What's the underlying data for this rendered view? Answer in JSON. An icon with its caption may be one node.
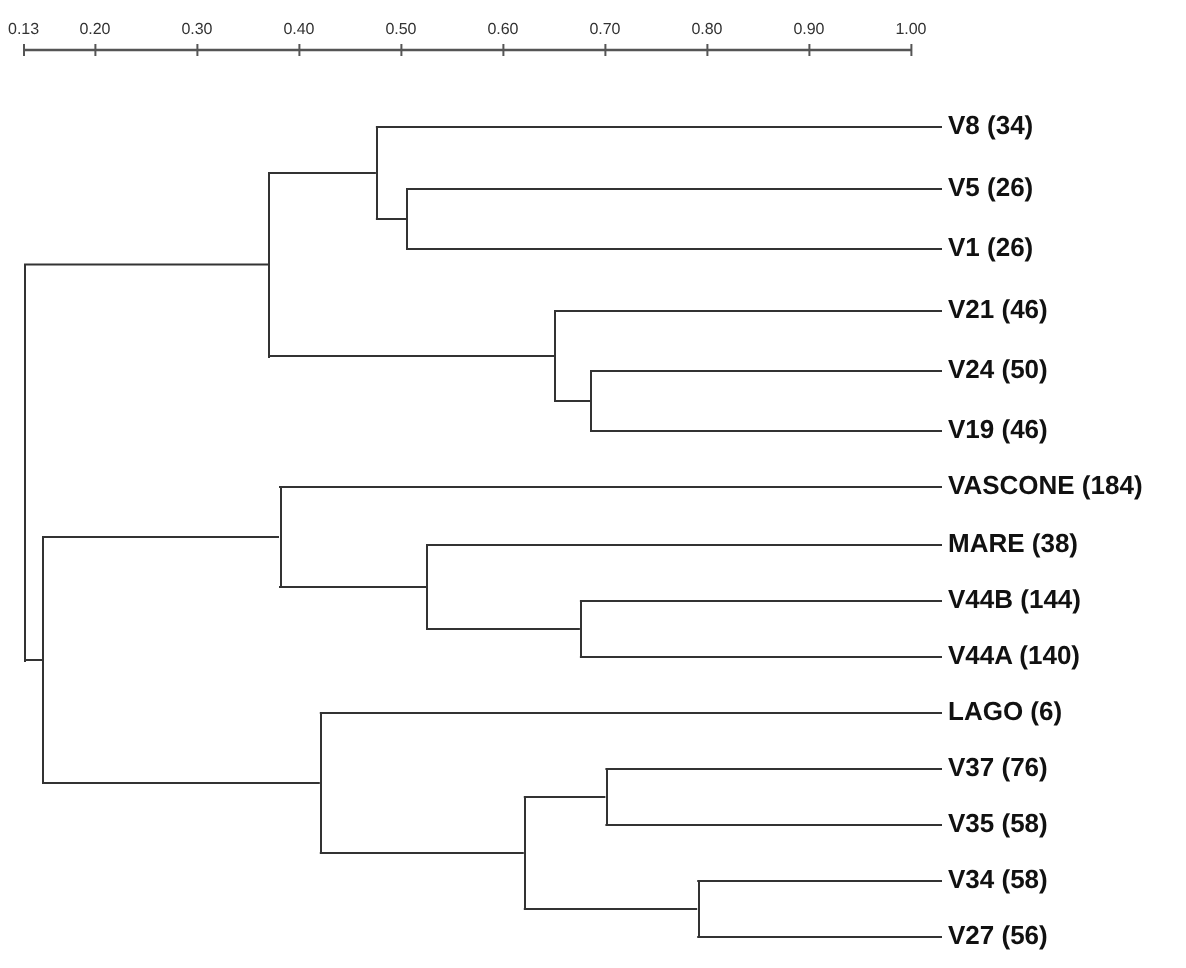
{
  "diagram": {
    "nodes": [
      {
        "text": [
          "V8 (34)"
        ]
      },
      {
        "text": [
          "V5 (26)"
        ]
      },
      {
        "text": [
          "V1 (26)"
        ]
      },
      {
        "text": [
          "V21 (46)"
        ]
      },
      {
        "text": [
          "V24 (50)"
        ]
      },
      {
        "text": [
          "V19 (46)"
        ]
      },
      {
        "text": [
          "VASCONE (184)"
        ]
      },
      {
        "text": [
          "MARE (38)"
        ]
      },
      {
        "text": [
          "V44B (144)"
        ]
      },
      {
        "text": [
          "V44A (140)"
        ]
      },
      {
        "text": [
          "LAGO (6)"
        ]
      },
      {
        "text": [
          "V37 (76)"
        ]
      },
      {
        "text": [
          "V35 (58)"
        ]
      },
      {
        "text": [
          "V34 (58)"
        ]
      },
      {
        "text": [
          "V27 (56)"
        ]
      },
      {
        "text": [],
        "shape": "line"
      },
      {
        "text": [],
        "shape": "line"
      },
      {
        "text": [],
        "shape": "line"
      },
      {
        "text": [],
        "shape": "line"
      },
      {
        "text": [],
        "shape": "line"
      },
      {
        "text": [],
        "shape": "line"
      },
      {
        "text": [],
        "shape": "line"
      },
      {
        "text": [],
        "shape": "line"
      },
      {
        "text": [],
        "shape": "line"
      },
      {
        "text": [],
        "shape": "line"
      },
      {
        "text": [],
        "shape": "line"
      },
      {
        "text": [],
        "shape": "line"
      },
      {
        "text": [],
        "shape": "line"
      },
      {
        "text": [],
        "shape": "line"
      }
    ],
    "edges": [
      {
        "from": 15,
        "to": 1,
        "arrow": "none"
      },
      {
        "from": 15,
        "to": 2,
        "arrow": "none"
      },
      {
        "from": 16,
        "to": 0,
        "arrow": "none"
      },
      {
        "from": 16,
        "to": 15,
        "arrow": "none"
      },
      {
        "from": 17,
        "to": 4,
        "arrow": "none"
      },
      {
        "from": 17,
        "to": 5,
        "arrow": "none"
      },
      {
        "from": 18,
        "to": 3,
        "arrow": "none"
      },
      {
        "from": 18,
        "to": 17,
        "arrow": "none"
      },
      {
        "from": 19,
        "to": 16,
        "arrow": "none"
      },
      {
        "from": 19,
        "to": 18,
        "arrow": "none"
      },
      {
        "from": 20,
        "to": 8,
        "arrow": "none"
      },
      {
        "from": 20,
        "to": 9,
        "arrow": "none"
      },
      {
        "from": 21,
        "to": 7,
        "arrow": "none"
      },
      {
        "from": 21,
        "to": 20,
        "arrow": "none"
      },
      {
        "from": 22,
        "to": 6,
        "arrow": "none"
      },
      {
        "from": 22,
        "to": 21,
        "arrow": "none"
      },
      {
        "from": 23,
        "to": 11,
        "arrow": "none"
      },
      {
        "from": 23,
        "to": 12,
        "arrow": "none"
      },
      {
        "from": 24,
        "to": 13,
        "arrow": "none"
      },
      {
        "from": 24,
        "to": 14,
        "arrow": "none"
      },
      {
        "from": 25,
        "to": 23,
        "arrow": "none"
      },
      {
        "from": 25,
        "to": 24,
        "arrow": "none"
      },
      {
        "from": 26,
        "to": 10,
        "arrow": "none"
      },
      {
        "from": 26,
        "to": 25,
        "arrow": "none"
      },
      {
        "from": 27,
        "to": 22,
        "arrow": "none"
      },
      {
        "from": 27,
        "to": 26,
        "arrow": "none"
      },
      {
        "from": 28,
        "to": 19,
        "arrow": "none"
      },
      {
        "from": 28,
        "to": 27,
        "arrow": "none"
      }
    ],
    "labels": [
      "0.13",
      "0.20",
      "0.30",
      "0.40",
      "0.50",
      "0.60",
      "0.70",
      "0.80",
      "0.90",
      "1.00"
    ]
  }
}
